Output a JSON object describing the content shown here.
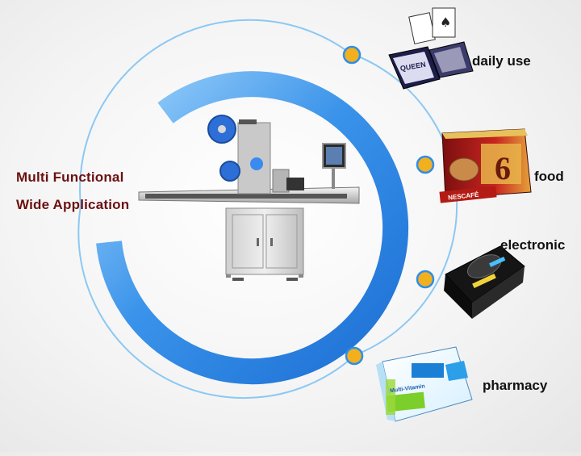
{
  "headline": {
    "line1": "Multi Functional",
    "line2": "Wide Application"
  },
  "categories": [
    {
      "label": "daily use",
      "icon": "playing-cards-icon"
    },
    {
      "label": "food",
      "icon": "coffee-box-icon"
    },
    {
      "label": "electronic",
      "icon": "electronics-box-icon"
    },
    {
      "label": "pharmacy",
      "icon": "medicine-box-icon"
    }
  ],
  "product_text": {
    "cards_brand": "QUEEN",
    "coffee_brand": "NESCAFÉ",
    "coffee_number": "6",
    "medicine_name": "Multi-Vitamin"
  },
  "colors": {
    "headline": "#6b1010",
    "arc_blue": "#2f8ee8",
    "ring_line": "#7fc3f2",
    "dot_orange": "#f2b01e"
  }
}
